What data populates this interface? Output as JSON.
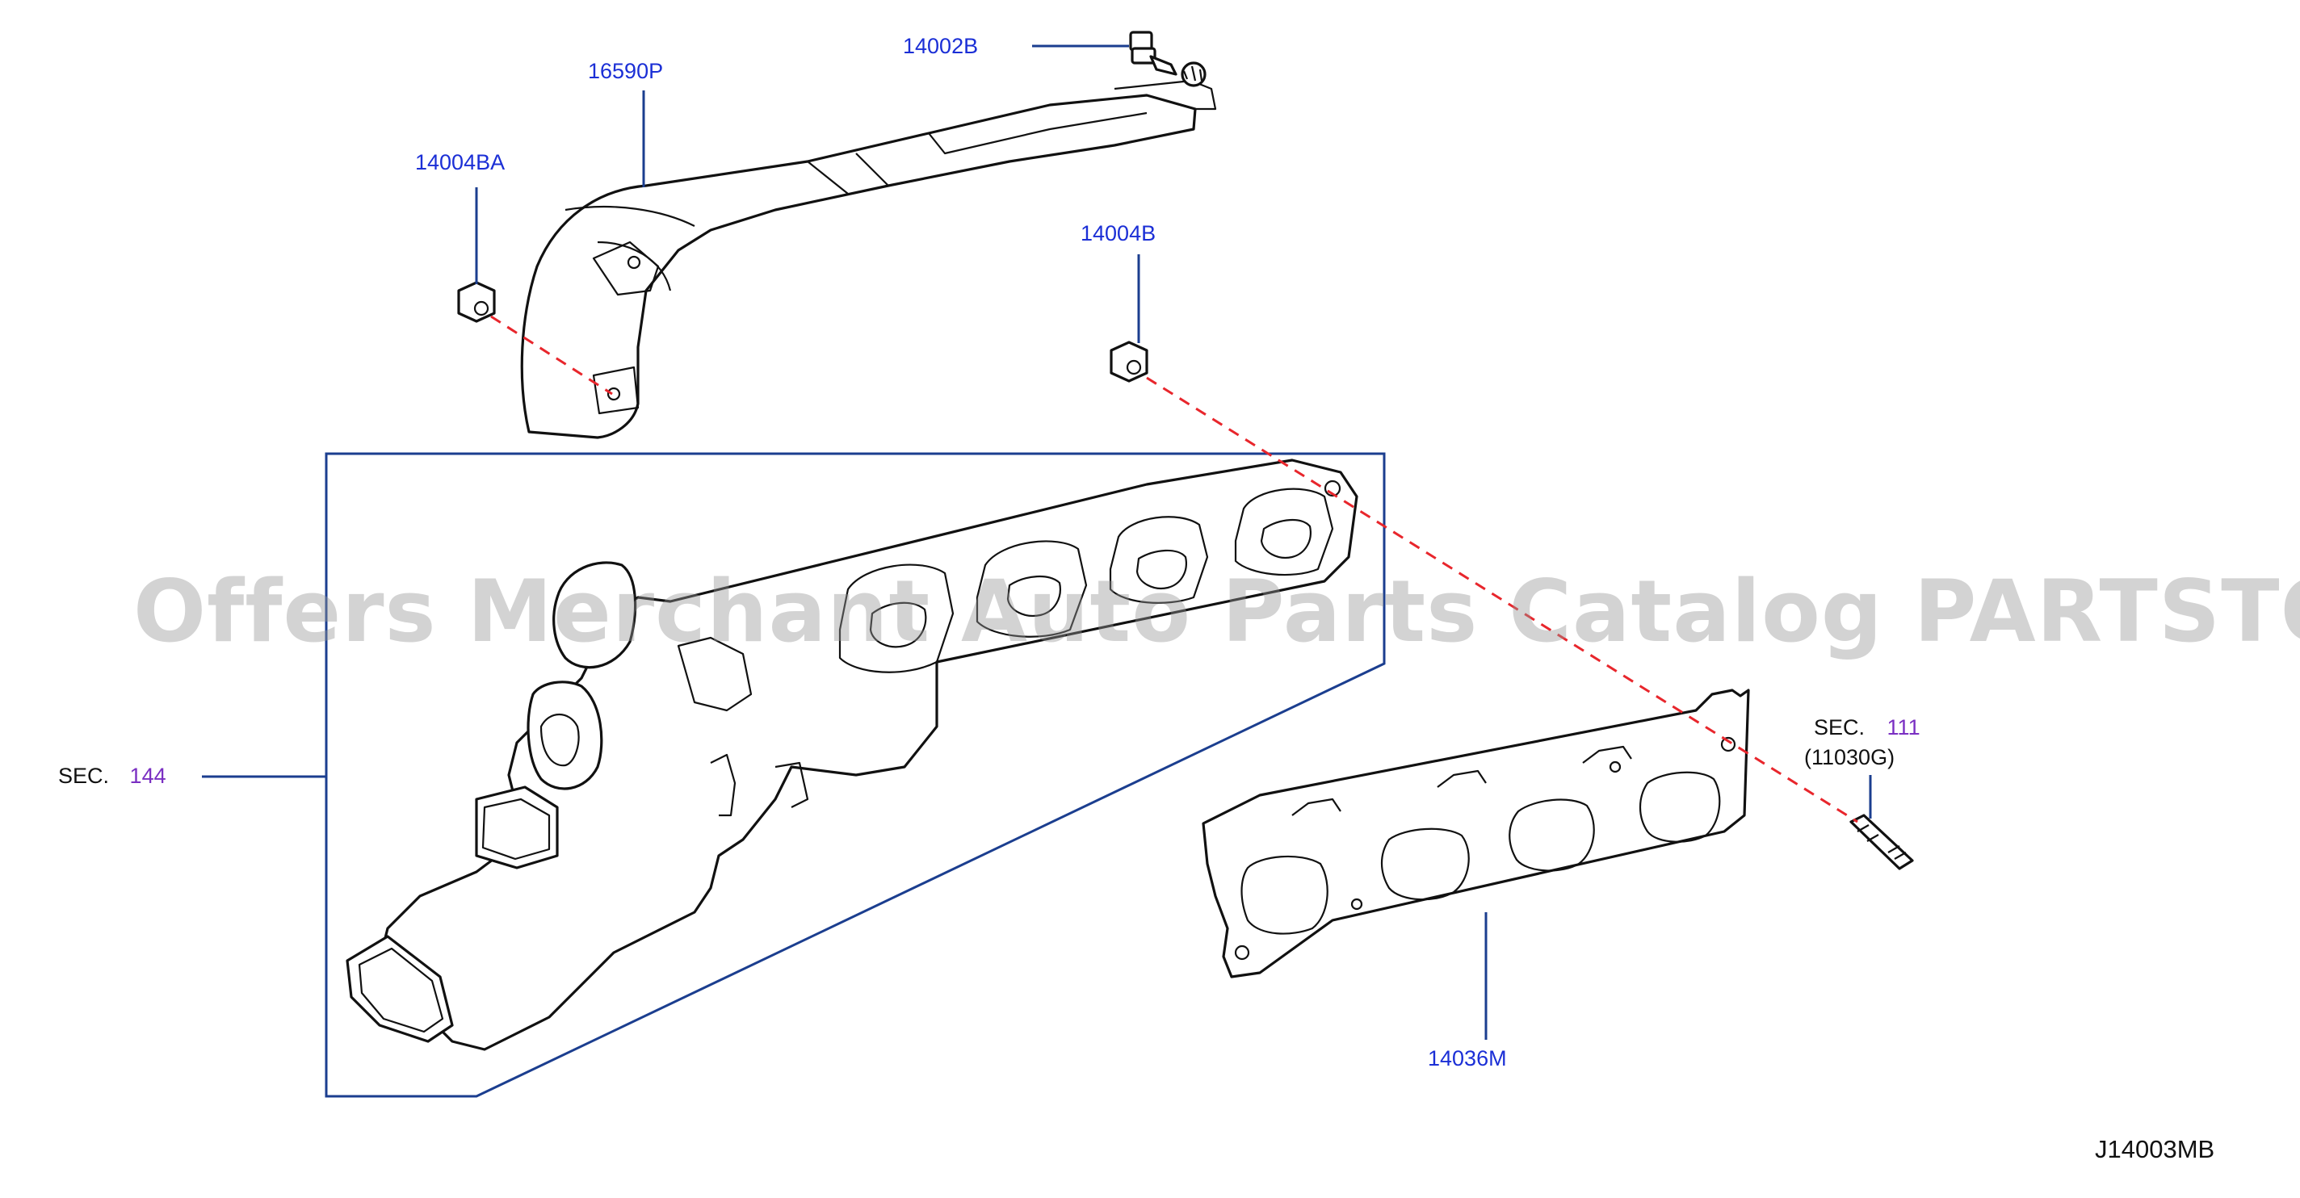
{
  "diagram": {
    "callouts": {
      "p16590P": "16590P",
      "p14002B": "14002B",
      "p14004BA": "14004BA",
      "p14004B": "14004B",
      "p14036M": "14036M",
      "sec144_prefix": "SEC.",
      "sec144_num": "144",
      "sec111_prefix": "SEC.",
      "sec111_num": "111",
      "sec111_ref": "(11030G)"
    },
    "diagram_code": "J14003MB",
    "watermark": "Offers Merchant Auto Parts Catalog PARTSTORE.SA",
    "colors": {
      "callout_blue": "#1b2fd6",
      "section_purple": "#7a2fc2",
      "leader_blue": "#1b3e8f",
      "dashed_red": "#e8262c"
    }
  }
}
